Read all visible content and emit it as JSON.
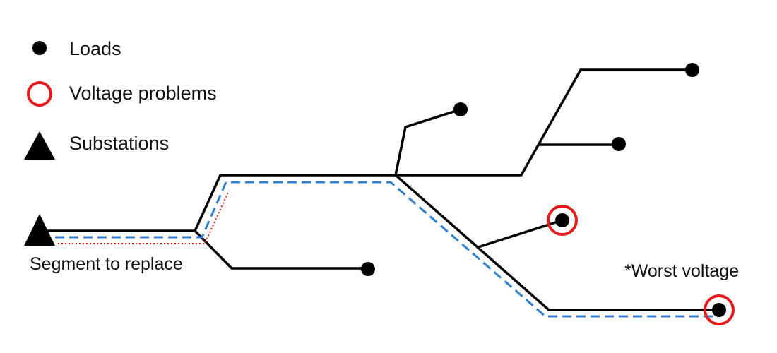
{
  "legend": {
    "loads_label": "Loads",
    "voltage_problems_label": "Voltage problems",
    "substations_label": "Substations"
  },
  "annotations": {
    "segment_to_replace": "Segment to replace",
    "worst_voltage": "*Worst voltage"
  },
  "colors": {
    "line": "#000000",
    "path_highlight": "#2f7fd0",
    "problem": "#e31b1b",
    "segment_highlight": "#e31b1b"
  },
  "icons": {
    "load": "filled-circle",
    "voltage_problem": "red-ring",
    "substation": "filled-triangle"
  }
}
